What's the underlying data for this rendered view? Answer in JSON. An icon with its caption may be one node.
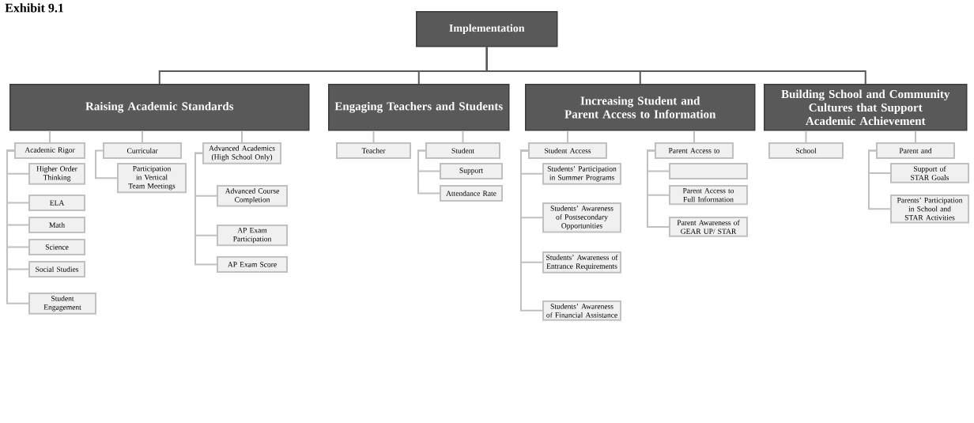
{
  "diagram": {
    "title": "Exhibit 9.1",
    "nodes": [
      {
        "text": [
          "Implementation"
        ]
      },
      {
        "text": [
          "Raising Academic Standards"
        ]
      },
      {
        "text": [
          "Academic Rigor"
        ]
      },
      {
        "text": [
          "Higher Order Thinking"
        ]
      },
      {
        "text": [
          "ELA"
        ]
      },
      {
        "text": [
          "Math"
        ]
      },
      {
        "text": [
          "Science"
        ]
      },
      {
        "text": [
          "Social Studies"
        ]
      },
      {
        "text": [
          "Student Engagement"
        ]
      },
      {
        "text": [
          "Curricular"
        ]
      },
      {
        "text": [
          "Participation in Vertical Team Meetings"
        ]
      },
      {
        "text": [
          "Advanced Academics (High School Only)"
        ]
      },
      {
        "text": [
          "Advanced Course Completion"
        ]
      },
      {
        "text": [
          "AP Exam Participation"
        ]
      },
      {
        "text": [
          "AP Exam Score"
        ]
      },
      {
        "text": [
          "Engaging Teachers and Students"
        ]
      },
      {
        "text": [
          "Teacher"
        ]
      },
      {
        "text": [
          "Student"
        ]
      },
      {
        "text": [
          "Support"
        ]
      },
      {
        "text": [
          "Attendance Rate"
        ]
      },
      {
        "text": [
          "Increasing Student and Parent Access to Information"
        ]
      },
      {
        "text": [
          "Student Access"
        ]
      },
      {
        "text": [
          "Students’ Participation in Summer Programs"
        ]
      },
      {
        "text": [
          "Students’ Awareness of Postsecondary Opportunities"
        ]
      },
      {
        "text": [
          "Students’ Awareness of Entrance Requirements"
        ]
      },
      {
        "text": [
          "Students’ Awareness of Financial Assistance"
        ]
      },
      {
        "text": [
          "Parent Access to"
        ]
      },
      {
        "text": [],
        "shape": "box"
      },
      {
        "text": [
          "Parent Access to Full Information"
        ]
      },
      {
        "text": [
          "Parent Awareness of GEAR UP/ STAR"
        ]
      },
      {
        "text": [
          "Building School and Community Cultures that Support Academic Achievement"
        ]
      },
      {
        "text": [
          "School"
        ]
      },
      {
        "text": [
          "Parent and"
        ]
      },
      {
        "text": [
          "Support of STAR Goals"
        ]
      },
      {
        "text": [
          "Parents’ Participation in School and STAR Activities"
        ]
      }
    ],
    "edges": [
      {
        "from": 0,
        "to": 1,
        "arrow": "none",
        "color": "#595959"
      },
      {
        "from": 0,
        "to": 15,
        "arrow": "none",
        "color": "#595959"
      },
      {
        "from": 0,
        "to": 20,
        "arrow": "none",
        "color": "#595959"
      },
      {
        "from": 0,
        "to": 30,
        "arrow": "none",
        "color": "#595959"
      },
      {
        "from": 1,
        "to": 2,
        "arrow": "none"
      },
      {
        "from": 1,
        "to": 9,
        "arrow": "none"
      },
      {
        "from": 1,
        "to": 11,
        "arrow": "none"
      },
      {
        "from": 2,
        "to": 3,
        "arrow": "none"
      },
      {
        "from": 2,
        "to": 4,
        "arrow": "none"
      },
      {
        "from": 2,
        "to": 5,
        "arrow": "none"
      },
      {
        "from": 2,
        "to": 6,
        "arrow": "none"
      },
      {
        "from": 2,
        "to": 7,
        "arrow": "none"
      },
      {
        "from": 2,
        "to": 8,
        "arrow": "none"
      },
      {
        "from": 9,
        "to": 10,
        "arrow": "none"
      },
      {
        "from": 11,
        "to": 12,
        "arrow": "none"
      },
      {
        "from": 11,
        "to": 13,
        "arrow": "none"
      },
      {
        "from": 11,
        "to": 14,
        "arrow": "none"
      },
      {
        "from": 15,
        "to": 16,
        "arrow": "none"
      },
      {
        "from": 15,
        "to": 17,
        "arrow": "none"
      },
      {
        "from": 17,
        "to": 18,
        "arrow": "none"
      },
      {
        "from": 17,
        "to": 19,
        "arrow": "none"
      },
      {
        "from": 20,
        "to": 21,
        "arrow": "none"
      },
      {
        "from": 20,
        "to": 26,
        "arrow": "none"
      },
      {
        "from": 21,
        "to": 22,
        "arrow": "none"
      },
      {
        "from": 21,
        "to": 23,
        "arrow": "none"
      },
      {
        "from": 21,
        "to": 24,
        "arrow": "none"
      },
      {
        "from": 21,
        "to": 25,
        "arrow": "none"
      },
      {
        "from": 26,
        "to": 27,
        "arrow": "none"
      },
      {
        "from": 26,
        "to": 28,
        "arrow": "none"
      },
      {
        "from": 26,
        "to": 29,
        "arrow": "none"
      },
      {
        "from": 30,
        "to": 31,
        "arrow": "none"
      },
      {
        "from": 30,
        "to": 32,
        "arrow": "none"
      },
      {
        "from": 32,
        "to": 33,
        "arrow": "none"
      },
      {
        "from": 32,
        "to": 34,
        "arrow": "none"
      }
    ]
  }
}
